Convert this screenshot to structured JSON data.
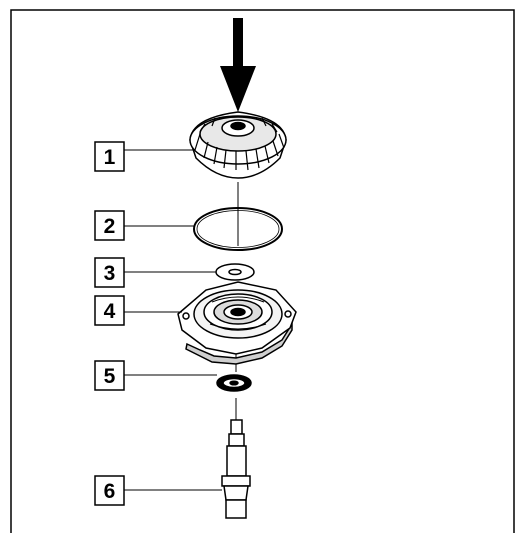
{
  "diagram": {
    "callouts": [
      {
        "label": "1",
        "part": "bevel-gear"
      },
      {
        "label": "2",
        "part": "o-ring"
      },
      {
        "label": "3",
        "part": "washer"
      },
      {
        "label": "4",
        "part": "bearing-flange"
      },
      {
        "label": "5",
        "part": "washer"
      },
      {
        "label": "6",
        "part": "spindle-shaft"
      }
    ],
    "press_direction": "down",
    "colors": {
      "ink": "#000000",
      "paper": "#ffffff"
    }
  }
}
